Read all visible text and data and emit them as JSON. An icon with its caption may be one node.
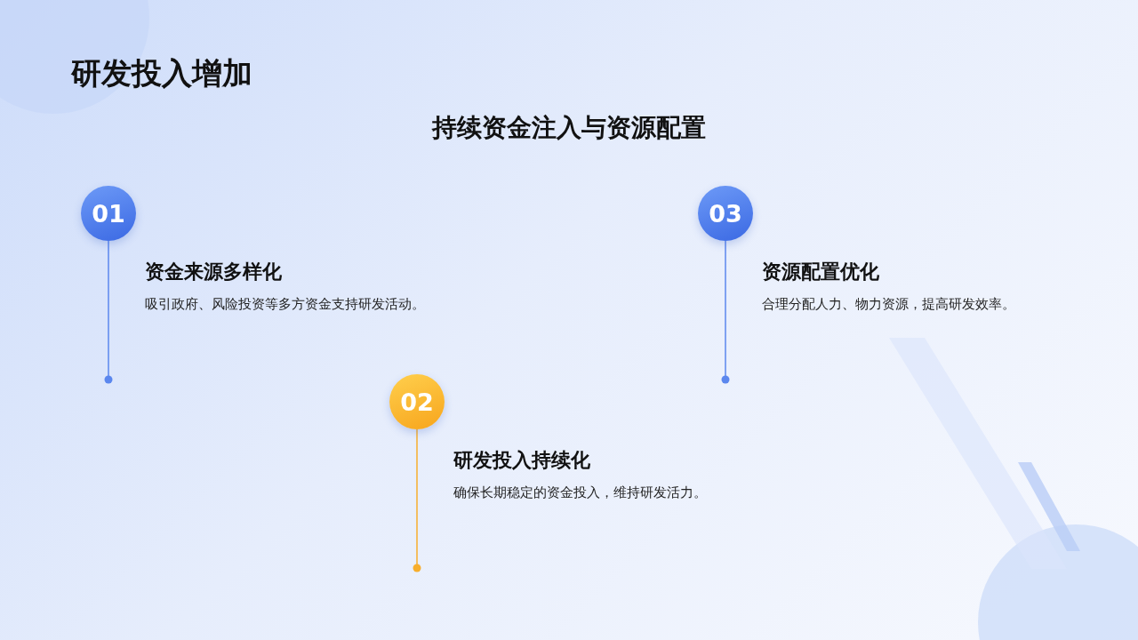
{
  "diagram": {
    "title": "研发投入增加",
    "nodes": [
      {
        "text": [
          "01"
        ],
        "beside": [
          "资金来源多样化",
          "吸引政府、风险投资等多方资金支持研发活动。"
        ]
      },
      {
        "text": [
          "02"
        ],
        "beside": [
          "研发投入持续化",
          "确保长期稳定的资金投入，维持研发活力。"
        ]
      },
      {
        "text": [
          "03"
        ],
        "beside": [
          "资源配置优化",
          "合理分配人力、物力资源，提高研发效率。"
        ]
      }
    ],
    "edges": [],
    "labels": [
      "持续资金注入与资源配置"
    ]
  }
}
